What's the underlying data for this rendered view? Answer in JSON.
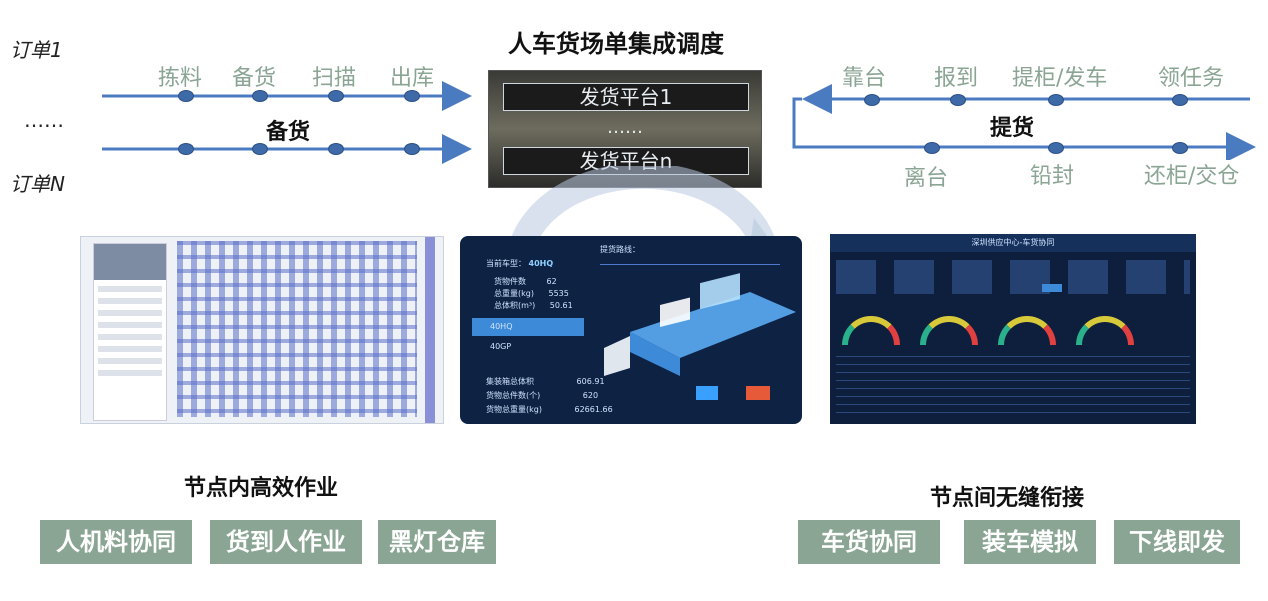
{
  "title": "人车货场单集成调度",
  "left": {
    "order_first": "订单1",
    "ellipsis": "……",
    "order_last": "订单N",
    "steps": [
      "拣料",
      "备货",
      "扫描",
      "出库"
    ],
    "label": "备货"
  },
  "center": {
    "platform_first": "发货平台1",
    "platform_dots": "……",
    "platform_last": "发货平台n"
  },
  "right": {
    "steps_top": [
      "靠台",
      "报到",
      "提柜/发车",
      "领任务"
    ],
    "label": "提货",
    "steps_bottom": [
      "离台",
      "铅封",
      "还柜/交仓"
    ]
  },
  "panel_truck": {
    "items": [
      {
        "label": "当前车型：",
        "value": "40HQ"
      },
      {
        "label": "货物件数",
        "value": "62"
      },
      {
        "label": "总重量(kg)",
        "value": "5535"
      },
      {
        "label": "总体积(m³)",
        "value": "50.61"
      }
    ],
    "route_label": "提货路线：",
    "tab_active": "40HQ",
    "tab_other": "40GP",
    "bottom": [
      {
        "label": "集装箱总体积",
        "value": "606.91"
      },
      {
        "label": "货物总件数(个)",
        "value": "620"
      },
      {
        "label": "货物总重量(kg)",
        "value": "62661.66"
      }
    ]
  },
  "panel_dashboard": {
    "header": "深圳供应中心-车货协同"
  },
  "bottom": {
    "left_heading": "节点内高效作业",
    "left_tags": [
      "人机料协同",
      "货到人作业",
      "黑灯仓库"
    ],
    "right_heading": "节点间无缝衔接",
    "right_tags": [
      "车货协同",
      "装车模拟",
      "下线即发"
    ]
  },
  "colors": {
    "accent_green": "#8aa594",
    "line_blue": "#4a7bc0",
    "node_blue": "#3e6aa8",
    "panel_dark": "#0d1f3c"
  }
}
